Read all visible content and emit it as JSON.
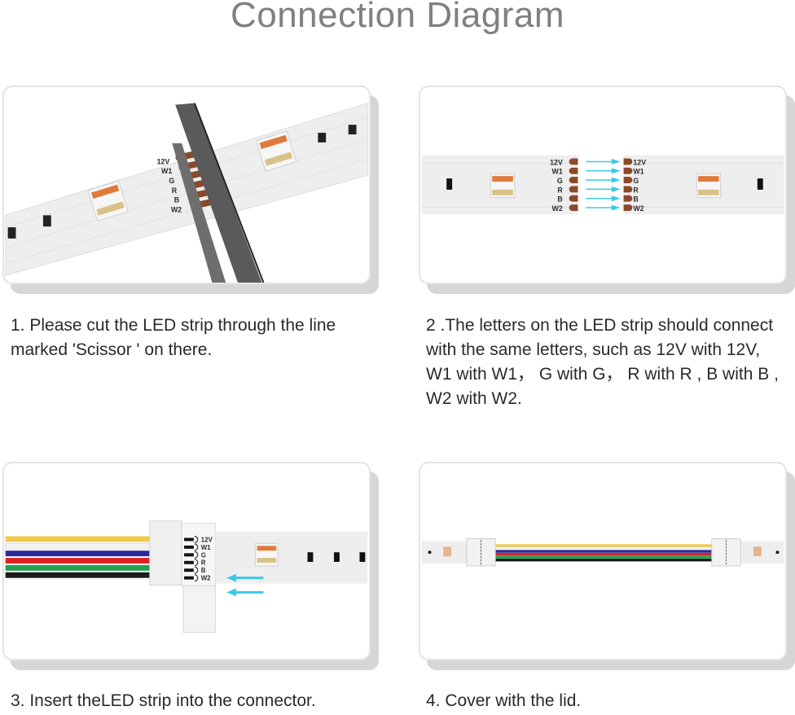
{
  "title": "Connection Diagram",
  "pin_labels": [
    "12V",
    "W1",
    "G",
    "R",
    "B",
    "W2"
  ],
  "steps": [
    {
      "number": 1,
      "caption": "1. Please cut the LED strip through the line marked 'Scissor ' on there.",
      "illustration": "scissors-cutting-strip"
    },
    {
      "number": 2,
      "caption": "2 .The letters on the LED strip should connect with the same letters, such as 12V with 12V, W1 with W1， G with G， R with R , B with B , W2 with W2.",
      "illustration": "matching-pads-arrows"
    },
    {
      "number": 3,
      "caption": "3. Insert theLED strip into the connector.",
      "illustration": "strip-into-connector"
    },
    {
      "number": 4,
      "caption": "4. Cover with the lid.",
      "illustration": "connected-strips-with-cable"
    }
  ],
  "colors": {
    "title": "#808080",
    "caption": "#2a2a2a",
    "pad_copper": "#8a4a2a",
    "arrow_cyan": "#3cc8e8",
    "strip": "#eeeeee",
    "led_orange": "#e07a3a",
    "led_yellow": "#d9c289"
  },
  "wire_colors": [
    "#f2c94c",
    "#f4f4f4",
    "#2a2a9a",
    "#e02020",
    "#20a050",
    "#1a1a1a"
  ]
}
